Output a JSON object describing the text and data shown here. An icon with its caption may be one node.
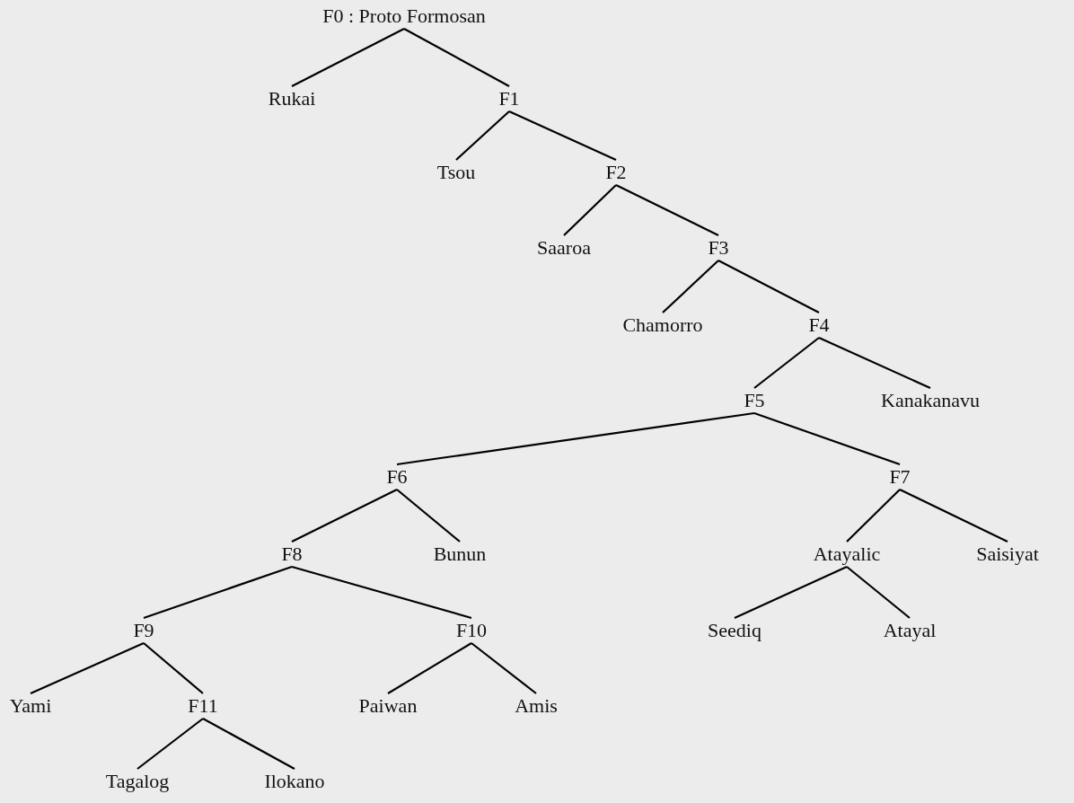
{
  "diagram": {
    "nodes": [
      {
        "text": [
          "F0 : Proto Formosan"
        ]
      },
      {
        "text": [
          "Rukai"
        ]
      },
      {
        "text": [
          "F1"
        ]
      },
      {
        "text": [
          "Tsou"
        ]
      },
      {
        "text": [
          "F2"
        ]
      },
      {
        "text": [
          "Saaroa"
        ]
      },
      {
        "text": [
          "F3"
        ]
      },
      {
        "text": [
          "Chamorro"
        ]
      },
      {
        "text": [
          "F4"
        ]
      },
      {
        "text": [
          "F5"
        ]
      },
      {
        "text": [
          "Kanakanavu"
        ]
      },
      {
        "text": [
          "F6"
        ]
      },
      {
        "text": [
          "F7"
        ]
      },
      {
        "text": [
          "F8"
        ]
      },
      {
        "text": [
          "Bunun"
        ]
      },
      {
        "text": [
          "Atayalic"
        ]
      },
      {
        "text": [
          "Saisiyat"
        ]
      },
      {
        "text": [
          "F9"
        ]
      },
      {
        "text": [
          "F10"
        ]
      },
      {
        "text": [
          "Seediq"
        ]
      },
      {
        "text": [
          "Atayal"
        ]
      },
      {
        "text": [
          "Yami"
        ]
      },
      {
        "text": [
          "F11"
        ]
      },
      {
        "text": [
          "Paiwan"
        ]
      },
      {
        "text": [
          "Amis"
        ]
      },
      {
        "text": [
          "Tagalog"
        ]
      },
      {
        "text": [
          "Ilokano"
        ]
      }
    ],
    "edges": [
      {
        "from": 0,
        "to": 1,
        "arrow": "none"
      },
      {
        "from": 0,
        "to": 2,
        "arrow": "none"
      },
      {
        "from": 2,
        "to": 3,
        "arrow": "none"
      },
      {
        "from": 2,
        "to": 4,
        "arrow": "none"
      },
      {
        "from": 4,
        "to": 5,
        "arrow": "none"
      },
      {
        "from": 4,
        "to": 6,
        "arrow": "none"
      },
      {
        "from": 6,
        "to": 7,
        "arrow": "none"
      },
      {
        "from": 6,
        "to": 8,
        "arrow": "none"
      },
      {
        "from": 8,
        "to": 9,
        "arrow": "none"
      },
      {
        "from": 8,
        "to": 10,
        "arrow": "none"
      },
      {
        "from": 9,
        "to": 11,
        "arrow": "none"
      },
      {
        "from": 9,
        "to": 12,
        "arrow": "none"
      },
      {
        "from": 11,
        "to": 13,
        "arrow": "none"
      },
      {
        "from": 11,
        "to": 14,
        "arrow": "none"
      },
      {
        "from": 12,
        "to": 15,
        "arrow": "none"
      },
      {
        "from": 12,
        "to": 16,
        "arrow": "none"
      },
      {
        "from": 13,
        "to": 17,
        "arrow": "none"
      },
      {
        "from": 13,
        "to": 18,
        "arrow": "none"
      },
      {
        "from": 15,
        "to": 19,
        "arrow": "none"
      },
      {
        "from": 15,
        "to": 20,
        "arrow": "none"
      },
      {
        "from": 17,
        "to": 21,
        "arrow": "none"
      },
      {
        "from": 17,
        "to": 22,
        "arrow": "none"
      },
      {
        "from": 18,
        "to": 23,
        "arrow": "none"
      },
      {
        "from": 18,
        "to": 24,
        "arrow": "none"
      },
      {
        "from": 22,
        "to": 25,
        "arrow": "none"
      },
      {
        "from": 22,
        "to": 26,
        "arrow": "none"
      }
    ]
  }
}
